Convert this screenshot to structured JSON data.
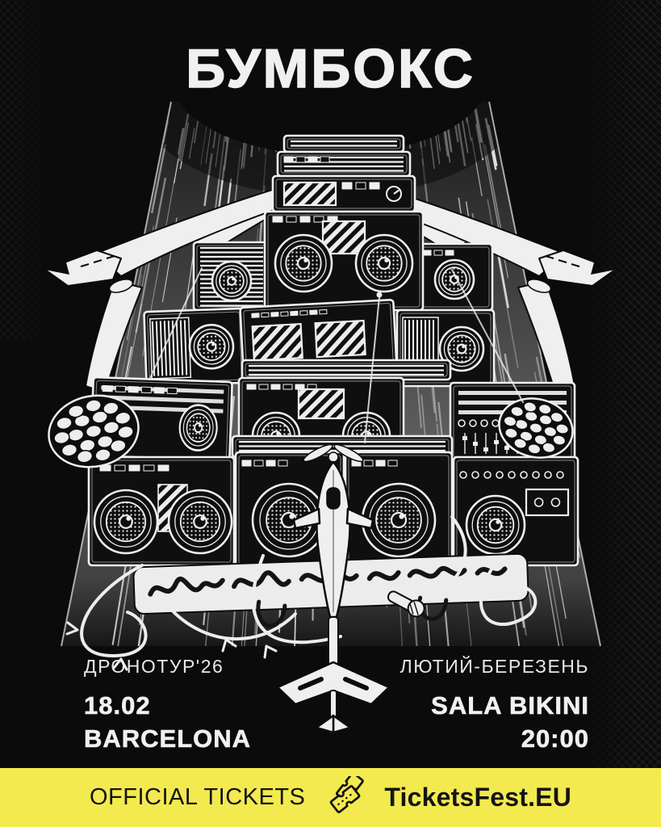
{
  "poster": {
    "artist": "БУМБОКС",
    "tour": "ДРОНОТУР'26",
    "date": "18.02",
    "city": "BARCELONA",
    "months": "ЛЮТИЙ-БЕРЕЗЕНЬ",
    "venue": "SALA BIKINI",
    "time": "20:00",
    "illustration_alt": "Black and white engraved pyramid of boomboxes in a beam of light, two crossed jets, disco balls, tangled cables, a microphone and a drone diving nose-down"
  },
  "footer": {
    "label": "OFFICIAL TICKETS",
    "brand": "TicketsFest.EU",
    "icon": "tickets-icon"
  },
  "colors": {
    "background": "#0B0B0C",
    "ink": "#F0F0F0",
    "accent_yellow": "#F3EA4F",
    "footer_text": "#141414"
  }
}
